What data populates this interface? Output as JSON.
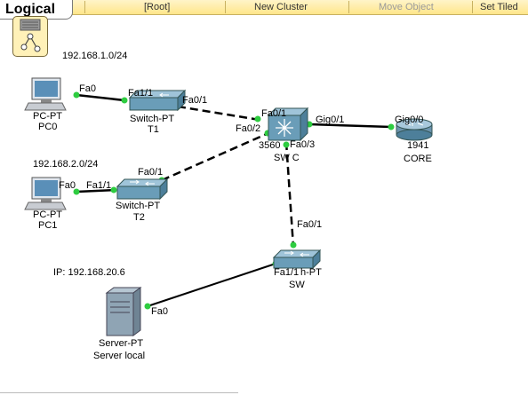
{
  "toolbar": {
    "mode": "Logical",
    "root": "[Root]",
    "new_cluster": "New Cluster",
    "move_object": "Move Object",
    "set_tiled": "Set Tiled"
  },
  "networks": {
    "net1": "192.168.1.0/24",
    "net2": "192.168.2.0/24",
    "server_ip": "IP: 192.168.20.6"
  },
  "devices": {
    "pc0": {
      "type": "PC-PT",
      "name": "PC0"
    },
    "pc1": {
      "type": "PC-PT",
      "name": "PC1"
    },
    "t1": {
      "type": "Switch-PT",
      "name": "T1"
    },
    "t2": {
      "type": "Switch-PT",
      "name": "T2"
    },
    "swc": {
      "type": "3560",
      "name": "SWC",
      "type_display": "3560",
      "name_display": "SW C"
    },
    "core": {
      "type": "1941",
      "name": "CORE"
    },
    "sw": {
      "type": "h-PT",
      "name": "SW"
    },
    "server": {
      "type": "Server-PT",
      "name": "Server local"
    }
  },
  "ports": {
    "pc0_fa0": "Fa0",
    "t1_fa11": "Fa1/1",
    "t1_fa01": "Fa0/1",
    "swc_fa01": "Fa0/1",
    "swc_fa02": "Fa0/2",
    "swc_fa03": "Fa0/3",
    "swc_gig01": "Gig0/1",
    "core_gig00": "Gig0/0",
    "pc1_fa0": "Fa0",
    "t2_fa11": "Fa1/1",
    "t2_fa01": "Fa0/1",
    "sw_fa01": "Fa0/1",
    "sw_fa11": "Fa1/1",
    "server_fa0": "Fa0"
  },
  "colors": {
    "toolbar": "#ffe68a",
    "link_light": "#2ecc40",
    "switch_body": "#6a9db8",
    "router_body": "#6b93ad"
  }
}
